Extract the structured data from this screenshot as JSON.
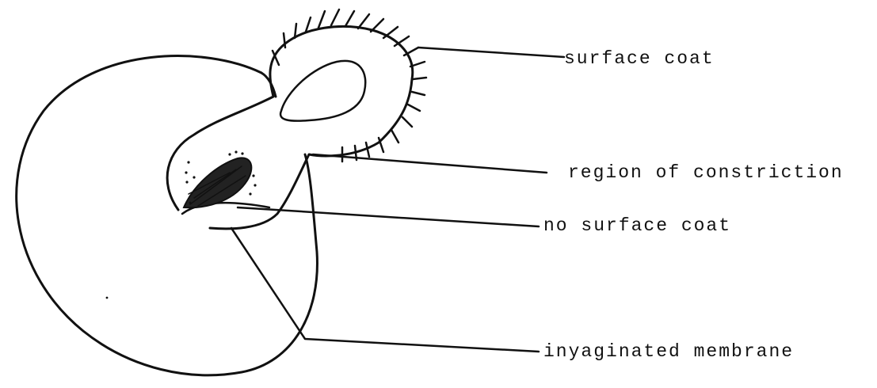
{
  "labels": {
    "surface_coat": "surface coat",
    "region_of_constriction": "region of constriction",
    "no_surface_coat": "no surface coat",
    "invaginated_membrane": "inyaginated membrane"
  },
  "colors": {
    "ink": "#111111",
    "background": "#ffffff"
  }
}
